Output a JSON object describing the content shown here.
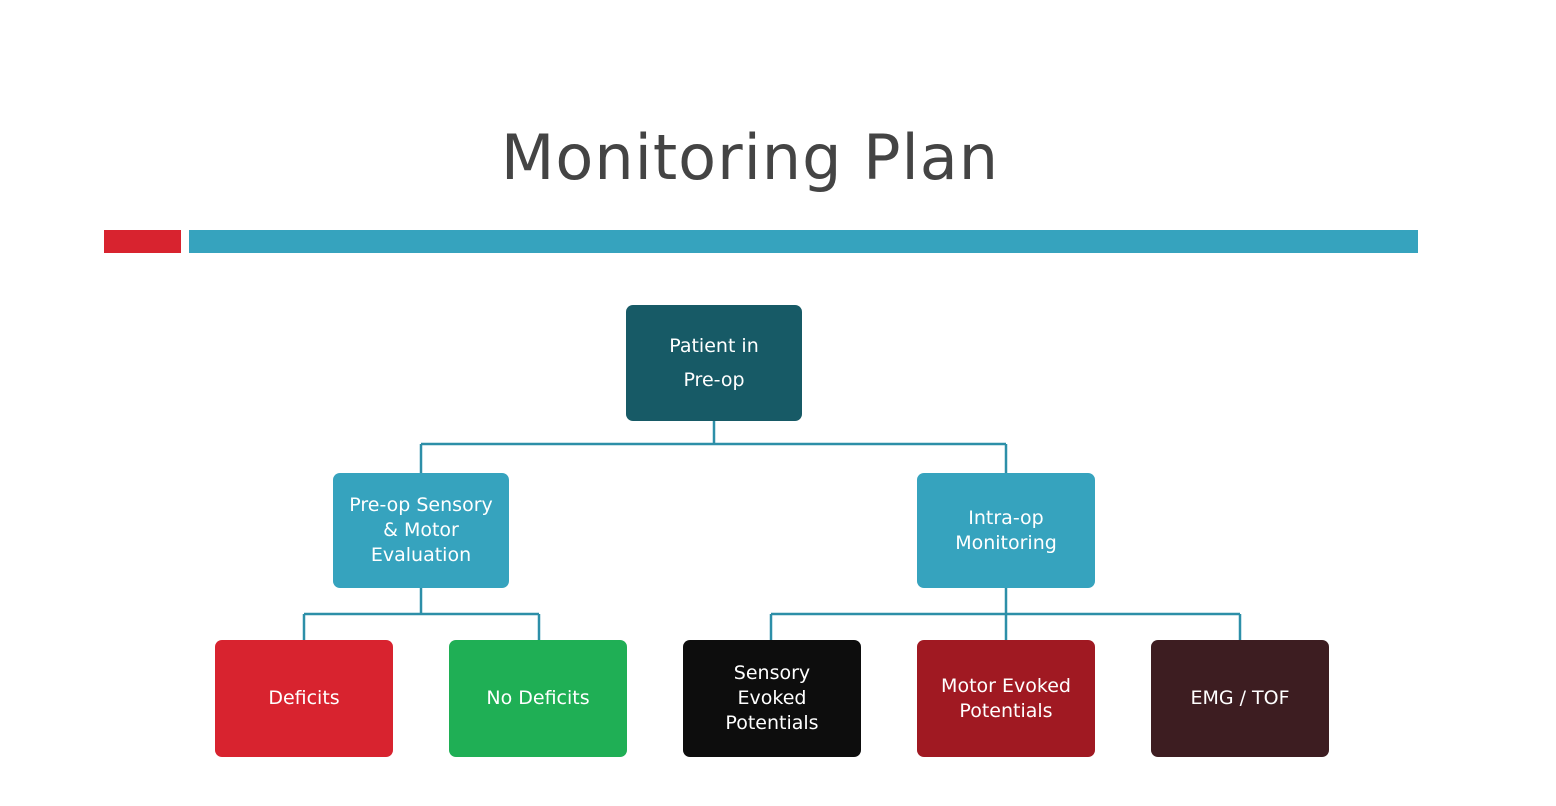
{
  "slide": {
    "title": "Monitoring Plan"
  },
  "colors": {
    "title_text": "#444444",
    "accent_red": "#d8232f",
    "accent_blue": "#36a3be",
    "connector": "#2d8fa8",
    "root": "#175a66",
    "level1": "#36a3be",
    "deficits": "#d8232f",
    "no_deficits": "#1faf55",
    "sensory": "#0d0d0d",
    "motor": "#a01922",
    "emg": "#3d1d21"
  },
  "diagram": {
    "root": {
      "label": "Patient in\nPre-op"
    },
    "preop_eval": {
      "label": "Pre-op Sensory\n& Motor\nEvaluation"
    },
    "intraop": {
      "label": "Intra-op\nMonitoring"
    },
    "deficits": {
      "label": "Deficits"
    },
    "no_deficits": {
      "label": "No Deficits"
    },
    "ssep": {
      "label": "Sensory\nEvoked\nPotentials"
    },
    "mep": {
      "label": "Motor Evoked\nPotentials"
    },
    "emg": {
      "label": "EMG / TOF"
    }
  }
}
